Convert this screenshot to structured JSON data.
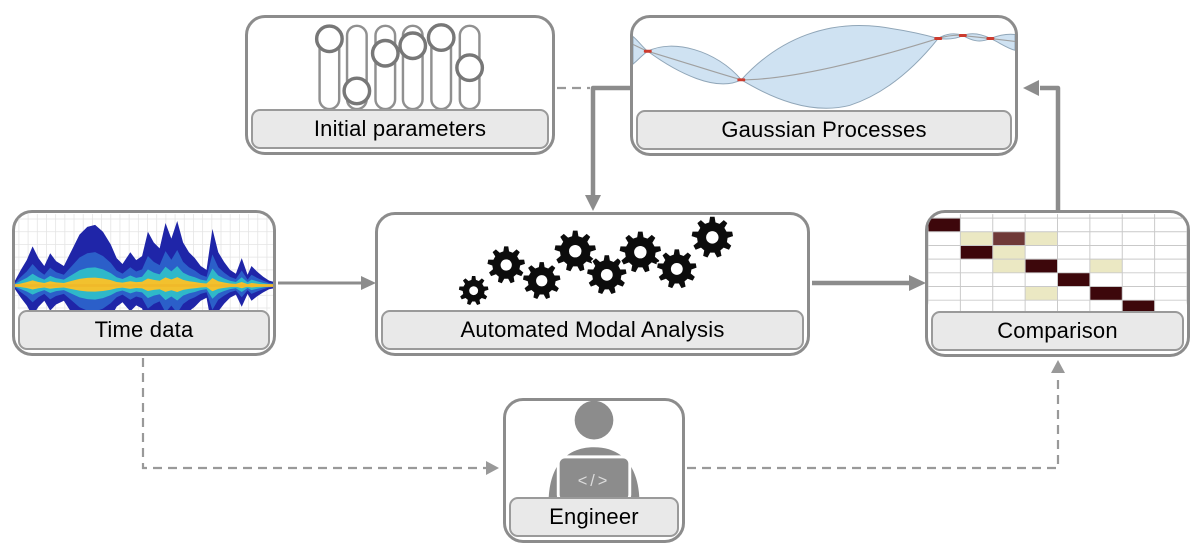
{
  "diagram": {
    "nodes": {
      "initial_parameters": {
        "label": "Initial parameters",
        "icon": "sliders-icon"
      },
      "gaussian_processes": {
        "label": "Gaussian Processes",
        "icon": "gaussian-process-plot-icon"
      },
      "time_data": {
        "label": "Time data",
        "icon": "waveform-icon"
      },
      "automated_modal_analysis": {
        "label": "Automated Modal Analysis",
        "icon": "gears-icon"
      },
      "comparison": {
        "label": "Comparison",
        "icon": "mac-matrix-icon"
      },
      "engineer": {
        "label": "Engineer",
        "icon": "person-laptop-icon"
      }
    },
    "edges": [
      {
        "from": "time_data",
        "to": "automated_modal_analysis",
        "style": "solid"
      },
      {
        "from": "automated_modal_analysis",
        "to": "comparison",
        "style": "solid"
      },
      {
        "from": "comparison",
        "to": "gaussian_processes",
        "style": "solid"
      },
      {
        "from": "gaussian_processes",
        "to": "automated_modal_analysis",
        "style": "solid"
      },
      {
        "from": "initial_parameters",
        "to": "automated_modal_analysis",
        "style": "dashed"
      },
      {
        "from": "time_data",
        "to": "engineer",
        "style": "dashed"
      },
      {
        "from": "engineer",
        "to": "comparison",
        "style": "dashed"
      }
    ],
    "colors": {
      "box_border": "#8c8c8c",
      "label_bg": "#e9e9e9",
      "arrow_solid": "#8c8c8c",
      "arrow_dashed": "#999999",
      "gp_band": "#cfe2f2",
      "gp_point": "#cc3b2e",
      "matrix_dark": "#3d070b",
      "matrix_mid": "#6f3937",
      "matrix_light": "#ebe8c3",
      "gear": "#0c0c0c",
      "person": "#8c8c8c",
      "wave_navy": "#1f25a8",
      "wave_blue": "#2b5fc9",
      "wave_cyan": "#2fb8c9",
      "wave_yellow": "#f2c12e"
    },
    "gp": {
      "observations": [
        [
          15,
          33
        ],
        [
          110,
          62
        ],
        [
          310,
          20
        ],
        [
          335,
          17
        ],
        [
          363,
          20
        ]
      ]
    },
    "mac_matrix": {
      "rows": 7,
      "cols": 8,
      "cells": [
        {
          "r": 1,
          "c": 1,
          "v": "dark"
        },
        {
          "r": 2,
          "c": 2,
          "v": "light"
        },
        {
          "r": 2,
          "c": 3,
          "v": "mid"
        },
        {
          "r": 2,
          "c": 4,
          "v": "light"
        },
        {
          "r": 3,
          "c": 2,
          "v": "dark"
        },
        {
          "r": 3,
          "c": 3,
          "v": "light"
        },
        {
          "r": 4,
          "c": 3,
          "v": "light"
        },
        {
          "r": 4,
          "c": 4,
          "v": "dark"
        },
        {
          "r": 4,
          "c": 6,
          "v": "light"
        },
        {
          "r": 5,
          "c": 5,
          "v": "dark"
        },
        {
          "r": 6,
          "c": 4,
          "v": "light"
        },
        {
          "r": 6,
          "c": 6,
          "v": "dark"
        },
        {
          "r": 7,
          "c": 7,
          "v": "dark"
        }
      ]
    },
    "sliders": {
      "count": 6,
      "values": [
        0.02,
        0.85,
        0.25,
        0.13,
        0.0,
        0.48
      ]
    }
  }
}
